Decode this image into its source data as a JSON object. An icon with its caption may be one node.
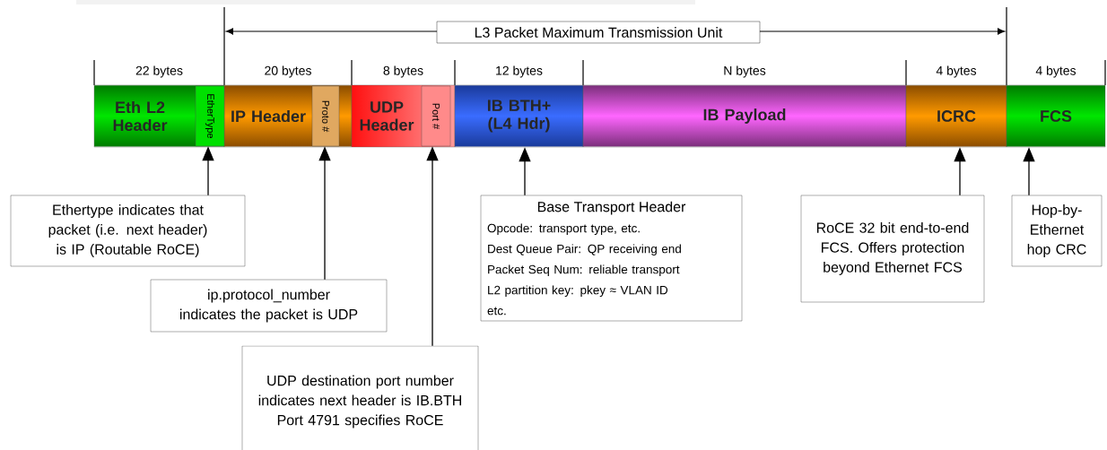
{
  "diagram": {
    "nodes": [
      {
        "text": [
          "Eth L2 Header"
        ],
        "beside": [
          "22 bytes"
        ]
      },
      {
        "text": [
          "EtherType"
        ],
        "in": 0
      },
      {
        "text": [
          "IP Header"
        ],
        "beside": [
          "20 bytes"
        ]
      },
      {
        "text": [
          "Proto #"
        ],
        "in": 2
      },
      {
        "text": [
          "UDP Header"
        ],
        "beside": [
          "8 bytes"
        ]
      },
      {
        "text": [
          "Port #"
        ],
        "in": 4
      },
      {
        "text": [
          "IB BTH+ (L4 Hdr)"
        ],
        "beside": [
          "12 bytes"
        ]
      },
      {
        "text": [
          "IB Payload"
        ],
        "beside": [
          "N bytes"
        ]
      },
      {
        "text": [
          "ICRC"
        ],
        "beside": [
          "4 bytes"
        ]
      },
      {
        "text": [
          "FCS"
        ],
        "beside": [
          "4 bytes"
        ]
      },
      {
        "text": [
          "L3 Packet Maximum Transmission Unit"
        ]
      },
      {
        "text": [
          "Ethertype indicates that packet (i.e. next header) is IP (Routable RoCE)"
        ]
      },
      {
        "text": [
          "ip.protocol_number indicates the packet is UDP"
        ]
      },
      {
        "text": [
          "UDP destination port number indicates next header is IB.BTH",
          "Port 4791 specifies RoCE"
        ]
      },
      {
        "text": [
          "Base Transport Header",
          "Opcode: transport type, etc.",
          "Dest Queue Pair: QP receiving end",
          "Packet Seq Num: reliable transport",
          "L2 partition key: pkey ≈ VLAN ID",
          "etc."
        ]
      },
      {
        "text": [
          "RoCE 32 bit end-to-end FCS. Offers protection beyond Ethernet FCS"
        ]
      },
      {
        "text": [
          "Hop-by- Ethernet hop CRC"
        ]
      }
    ],
    "edges": [
      {
        "from": 11,
        "to": 1,
        "arrow": "to"
      },
      {
        "from": 12,
        "to": 3,
        "arrow": "to"
      },
      {
        "from": 13,
        "to": 5,
        "arrow": "to"
      },
      {
        "from": 14,
        "to": 6,
        "arrow": "to"
      },
      {
        "from": 15,
        "to": 8,
        "arrow": "to"
      },
      {
        "from": 16,
        "to": 9,
        "arrow": "to"
      }
    ]
  }
}
